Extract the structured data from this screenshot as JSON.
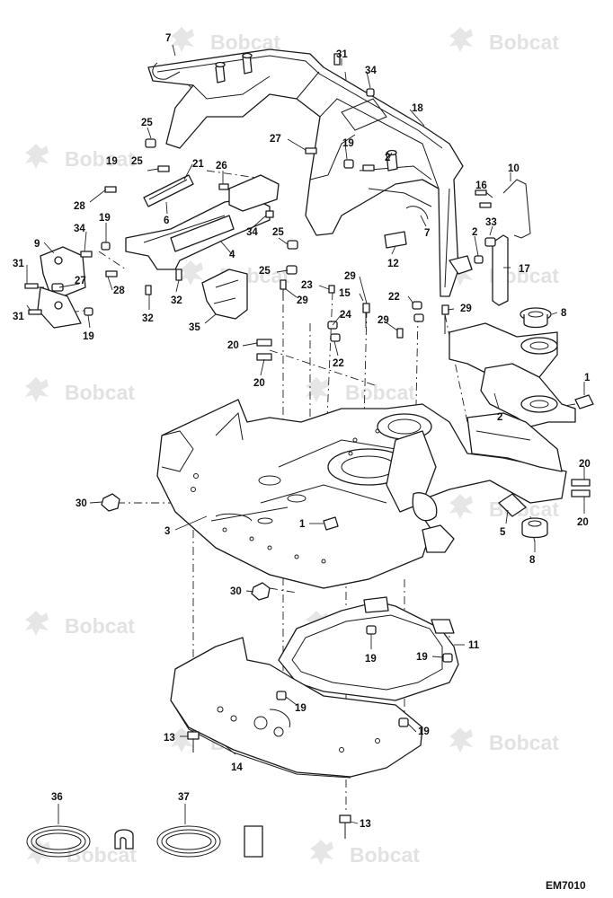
{
  "watermark_text": "Bobcat",
  "drawing_code": "EM7010",
  "callouts": [
    {
      "n": "7"
    },
    {
      "n": "31"
    },
    {
      "n": "34"
    },
    {
      "n": "18"
    },
    {
      "n": "25"
    },
    {
      "n": "19"
    },
    {
      "n": "27"
    },
    {
      "n": "2"
    },
    {
      "n": "19"
    },
    {
      "n": "25"
    },
    {
      "n": "21"
    },
    {
      "n": "26"
    },
    {
      "n": "10"
    },
    {
      "n": "16"
    },
    {
      "n": "28"
    },
    {
      "n": "6"
    },
    {
      "n": "7"
    },
    {
      "n": "33"
    },
    {
      "n": "34"
    },
    {
      "n": "19"
    },
    {
      "n": "25"
    },
    {
      "n": "2"
    },
    {
      "n": "9"
    },
    {
      "n": "4"
    },
    {
      "n": "34"
    },
    {
      "n": "12"
    },
    {
      "n": "17"
    },
    {
      "n": "31"
    },
    {
      "n": "27"
    },
    {
      "n": "28"
    },
    {
      "n": "25"
    },
    {
      "n": "29"
    },
    {
      "n": "23"
    },
    {
      "n": "29"
    },
    {
      "n": "15"
    },
    {
      "n": "22"
    },
    {
      "n": "32"
    },
    {
      "n": "29"
    },
    {
      "n": "8"
    },
    {
      "n": "31"
    },
    {
      "n": "32"
    },
    {
      "n": "35"
    },
    {
      "n": "24"
    },
    {
      "n": "29"
    },
    {
      "n": "19"
    },
    {
      "n": "20"
    },
    {
      "n": "22"
    },
    {
      "n": "20"
    },
    {
      "n": "1"
    },
    {
      "n": "2"
    },
    {
      "n": "20"
    },
    {
      "n": "30"
    },
    {
      "n": "20"
    },
    {
      "n": "1"
    },
    {
      "n": "3"
    },
    {
      "n": "5"
    },
    {
      "n": "8"
    },
    {
      "n": "30"
    },
    {
      "n": "11"
    },
    {
      "n": "19"
    },
    {
      "n": "19"
    },
    {
      "n": "19"
    },
    {
      "n": "19"
    },
    {
      "n": "13"
    },
    {
      "n": "14"
    },
    {
      "n": "36"
    },
    {
      "n": "37"
    },
    {
      "n": "13"
    }
  ]
}
